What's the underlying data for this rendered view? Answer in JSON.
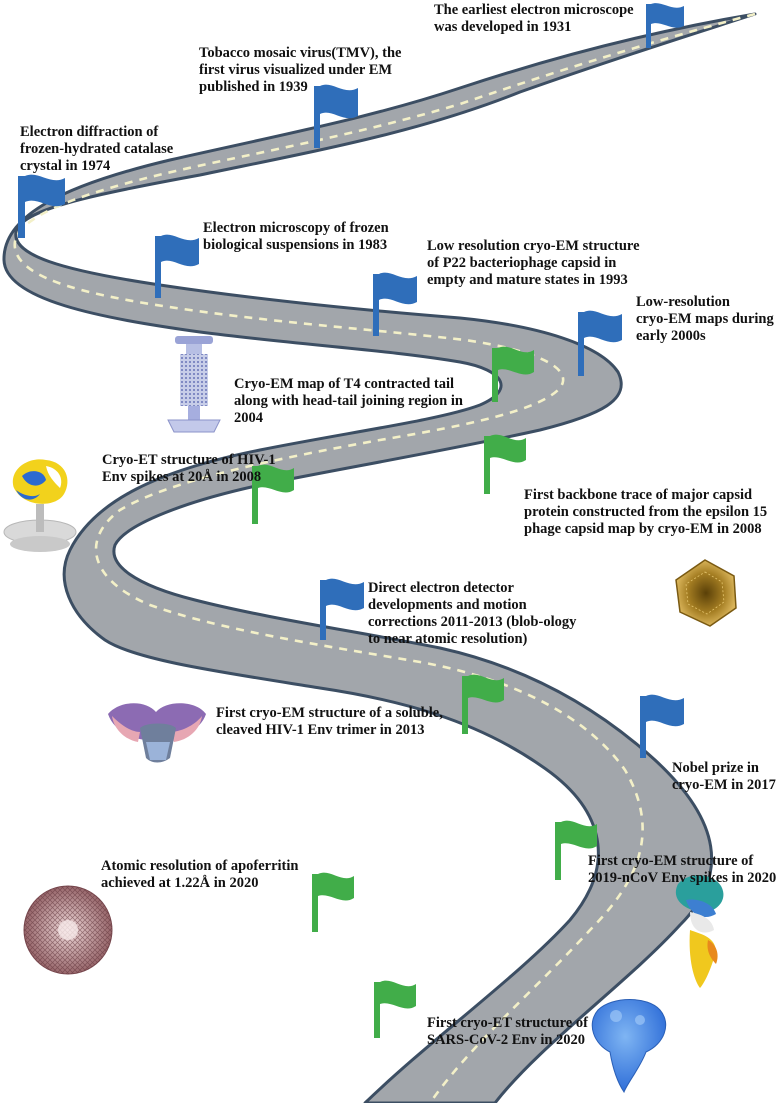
{
  "colors": {
    "road": "#a2a6ab",
    "road_edge": "#3c4e63",
    "road_center": "#f3f0c8",
    "flag_blue": "#2f6eba",
    "flag_green": "#41ad49",
    "text": "#111111"
  },
  "milestones": [
    {
      "id": "m1",
      "flag": "blue",
      "text": "The earliest electron microscope\nwas developed in 1931"
    },
    {
      "id": "m2",
      "flag": "blue",
      "text": "Tobacco mosaic virus(TMV), the\nfirst virus visualized under EM\npublished in 1939"
    },
    {
      "id": "m3",
      "flag": "blue",
      "text": "Electron diffraction of\nfrozen-hydrated catalase\ncrystal in 1974"
    },
    {
      "id": "m4",
      "flag": "blue",
      "text": "Electron microscopy of frozen\nbiological suspensions in 1983"
    },
    {
      "id": "m5",
      "flag": "blue",
      "text": "Low resolution cryo-EM structure\nof P22 bacteriophage capsid in\nempty and mature states in 1993"
    },
    {
      "id": "m6",
      "flag": "blue",
      "text": "Low-resolution\ncryo-EM maps during\nearly 2000s"
    },
    {
      "id": "m7",
      "flag": "green",
      "text": "Cryo-EM map of T4 contracted tail\nalong with head-tail joining region in\n2004"
    },
    {
      "id": "m8",
      "flag": "green",
      "text": "Cryo-ET structure of HIV-1\nEnv spikes at 20Å in 2008"
    },
    {
      "id": "m9",
      "flag": "green",
      "text": "First backbone trace of major capsid\nprotein constructed from the epsilon 15\nphage capsid map by cryo-EM in 2008"
    },
    {
      "id": "m10",
      "flag": "blue",
      "text": "Direct electron detector\ndevelopments and motion\ncorrections 2011-2013 (blob-ology\nto near atomic resolution)"
    },
    {
      "id": "m11",
      "flag": "green",
      "text": "First cryo-EM structure of a soluble,\ncleaved HIV-1 Env trimer in 2013"
    },
    {
      "id": "m12",
      "flag": "blue",
      "text": "Nobel prize in\ncryo-EM in 2017"
    },
    {
      "id": "m13",
      "flag": "green",
      "text": "First cryo-EM structure of\n2019-nCoV Env spikes in 2020"
    },
    {
      "id": "m14",
      "flag": "green",
      "text": "Atomic resolution of apoferritin\nachieved at 1.22Å in 2020"
    },
    {
      "id": "m15",
      "flag": "green",
      "text": "First cryo-ET structure of\nSARS-CoV-2 Env in 2020"
    }
  ],
  "illustrations": [
    {
      "id": "t4-tail",
      "icon": "phage-tail-structure-icon"
    },
    {
      "id": "hiv-spike",
      "icon": "hiv-env-spike-icon"
    },
    {
      "id": "capsid",
      "icon": "icosahedral-capsid-icon"
    },
    {
      "id": "env-trimer",
      "icon": "env-trimer-icon"
    },
    {
      "id": "apoferritin",
      "icon": "apoferritin-cage-icon"
    },
    {
      "id": "ncov-spike",
      "icon": "ncov-spike-icon"
    },
    {
      "id": "sars-env",
      "icon": "sars-cov-2-env-icon"
    }
  ]
}
